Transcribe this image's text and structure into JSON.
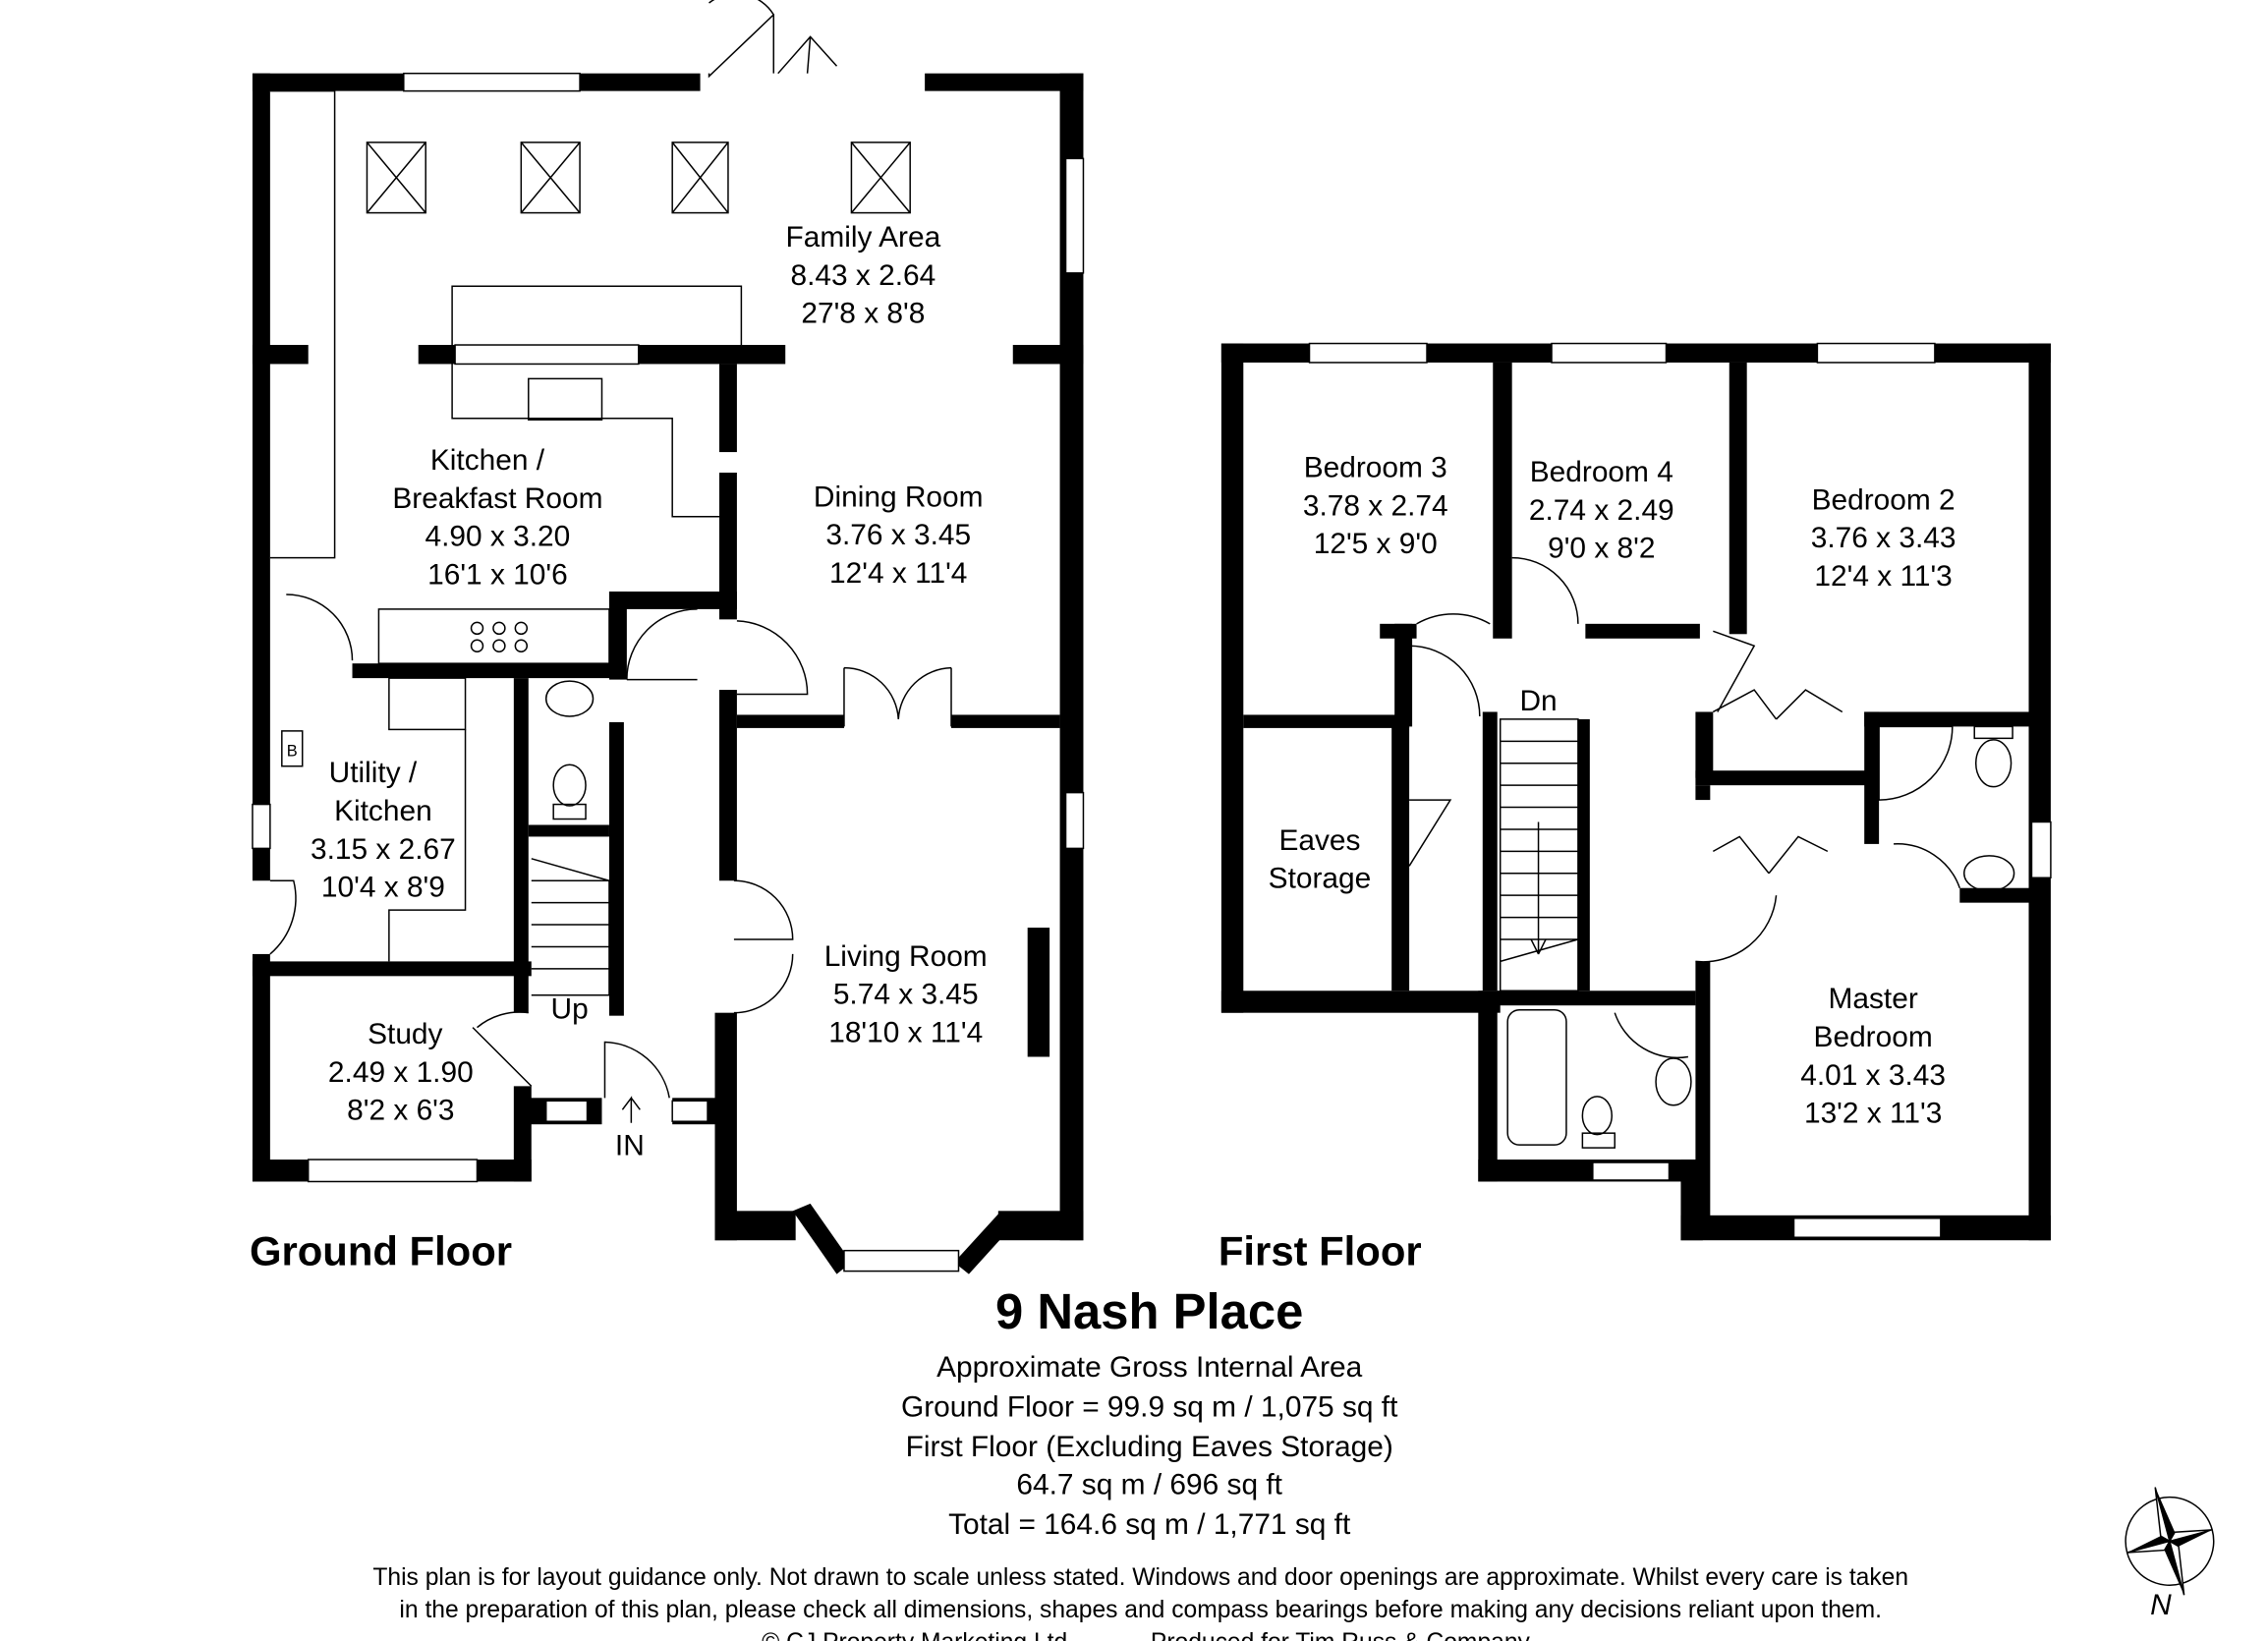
{
  "title": "9 Nash Place",
  "floors": {
    "ground": {
      "label": "Ground Floor",
      "rooms": [
        {
          "name": "Family Area",
          "metric": "8.43 x 2.64",
          "imperial": "27'8 x 8'8"
        },
        {
          "name1": "Kitchen /",
          "name2": "Breakfast Room",
          "metric": "4.90 x 3.20",
          "imperial": "16'1 x 10'6"
        },
        {
          "name": "Dining Room",
          "metric": "3.76 x 3.45",
          "imperial": "12'4 x 11'4"
        },
        {
          "name1": "Utility /",
          "name2": "Kitchen",
          "metric": "3.15 x 2.67",
          "imperial": "10'4 x 8'9"
        },
        {
          "name": "Living Room",
          "metric": "5.74 x 3.45",
          "imperial": "18'10 x 11'4"
        },
        {
          "name": "Study",
          "metric": "2.49 x 1.90",
          "imperial": "8'2 x 6'3"
        }
      ],
      "markers": {
        "up": "Up",
        "entrance": "IN",
        "boiler": "B"
      }
    },
    "first": {
      "label": "First Floor",
      "rooms": [
        {
          "name": "Bedroom 3",
          "metric": "3.78 x 2.74",
          "imperial": "12'5 x 9'0"
        },
        {
          "name": "Bedroom 4",
          "metric": "2.74 x 2.49",
          "imperial": "9'0 x 8'2"
        },
        {
          "name": "Bedroom 2",
          "metric": "3.76 x 3.43",
          "imperial": "12'4 x 11'3"
        },
        {
          "name1": "Eaves",
          "name2": "Storage"
        },
        {
          "name1": "Master",
          "name2": "Bedroom",
          "metric": "4.01 x 3.43",
          "imperial": "13'2 x 11'3"
        }
      ],
      "markers": {
        "down": "Dn"
      }
    }
  },
  "area": {
    "heading": "Approximate Gross Internal Area",
    "ground": "Ground Floor = 99.9 sq m / 1,075 sq ft",
    "first": "First Floor (Excluding Eaves Storage)",
    "first_value": "64.7 sq m / 696 sq ft",
    "total": "Total = 164.6 sq m / 1,771 sq ft"
  },
  "disclaimer": {
    "line1": "This plan is for layout guidance only. Not drawn to scale unless stated. Windows and door openings are approximate. Whilst every care is taken",
    "line2": "in the preparation of this plan, please check all dimensions, shapes and compass bearings before making any decisions reliant upon them.",
    "copyright": "© CJ Property Marketing Ltd",
    "produced": "Produced for Tim Russ & Company"
  },
  "compass": {
    "label": "N"
  }
}
